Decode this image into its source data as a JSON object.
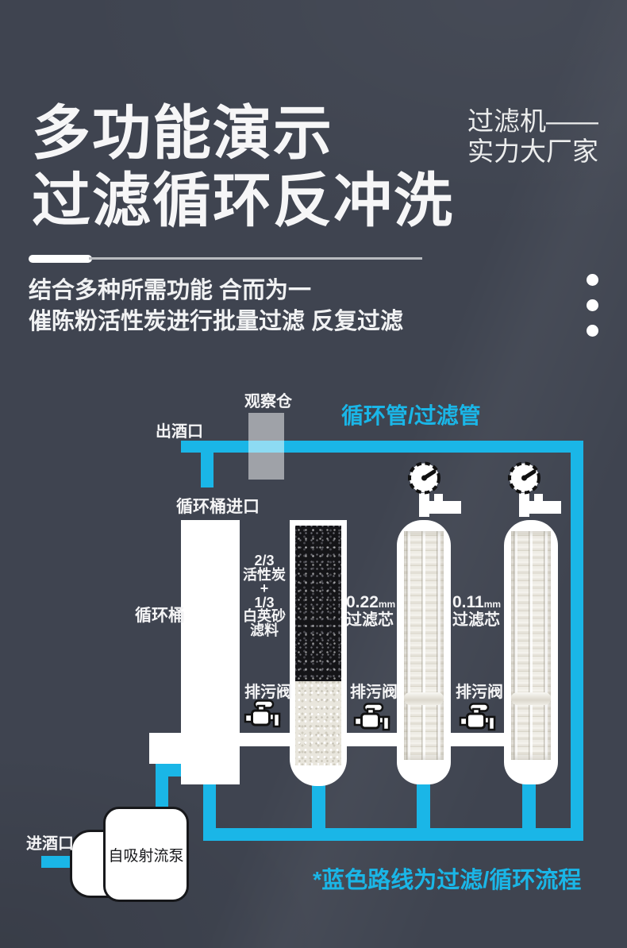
{
  "colors": {
    "bg": "#3f4450",
    "accent": "#1ab6e7"
  },
  "header": {
    "title_line1": "多功能演示",
    "title_line2": "过滤循环反冲洗",
    "right_line1": "过滤机——",
    "right_line2": "实力大厂家",
    "sub_line1": "结合多种所需功能 合而为一",
    "sub_line2": "催陈粉活性炭进行批量过滤 反复过滤"
  },
  "diagram": {
    "pipe_label": "循环管/过滤管",
    "observation_label": "观察仓",
    "outlet_label": "出酒口",
    "barrel_inlet_label": "循环桶进口",
    "barrel_label": "循环桶",
    "media_lines": [
      "2/3",
      "活性炭",
      "+",
      "1/3",
      "白英砂",
      "滤料"
    ],
    "filter1_size": "0.22",
    "filter1_unit": "mm",
    "filter1_name": "过滤芯",
    "filter2_size": "0.11",
    "filter2_unit": "mm",
    "filter2_name": "过滤芯",
    "drain_label": "排污阀",
    "inlet_label": "进酒口",
    "pump_label": "自吸射流泵",
    "note": "*蓝色路线为过滤/循环流程"
  }
}
